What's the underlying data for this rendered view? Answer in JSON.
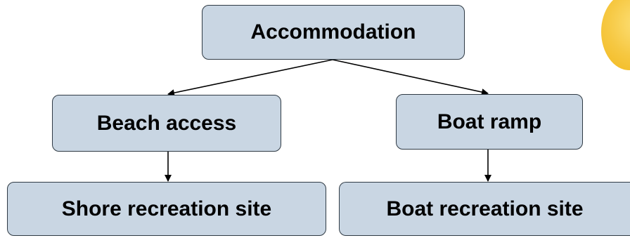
{
  "diagram": {
    "nodes": {
      "root": "Accommodation",
      "left": "Beach access",
      "right": "Boat ramp",
      "left_child": "Shore recreation site",
      "right_child": "Boat recreation site"
    },
    "colors": {
      "node_fill": "#c9d6e3",
      "node_border": "#2f3a44",
      "arrow": "#000000",
      "sun_accent": "#f6c842"
    }
  }
}
